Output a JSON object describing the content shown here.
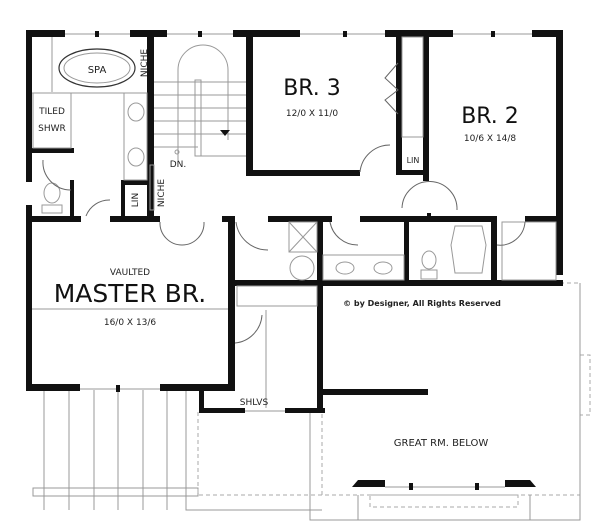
{
  "plan": {
    "rooms": {
      "master_br": {
        "prefix": "VAULTED",
        "name": "MASTER BR.",
        "size": "16/0 X 13/6"
      },
      "br3": {
        "name": "BR. 3",
        "size": "12/0 X 11/0"
      },
      "br2": {
        "name": "BR. 2",
        "size": "10/6 X 14/8"
      },
      "great_room": {
        "name": "GREAT RM. BELOW"
      }
    },
    "labels": {
      "spa": "SPA",
      "niche_top": "NICHE",
      "niche_hall": "NICHE",
      "tiled_shower_1": "TILED",
      "tiled_shower_2": "SHWR",
      "lin_master": "LIN",
      "lin_hall": "LIN",
      "stairs_down": "DN.",
      "shelves": "SHLVS"
    },
    "copyright": "© by Designer, All Rights Reserved"
  }
}
